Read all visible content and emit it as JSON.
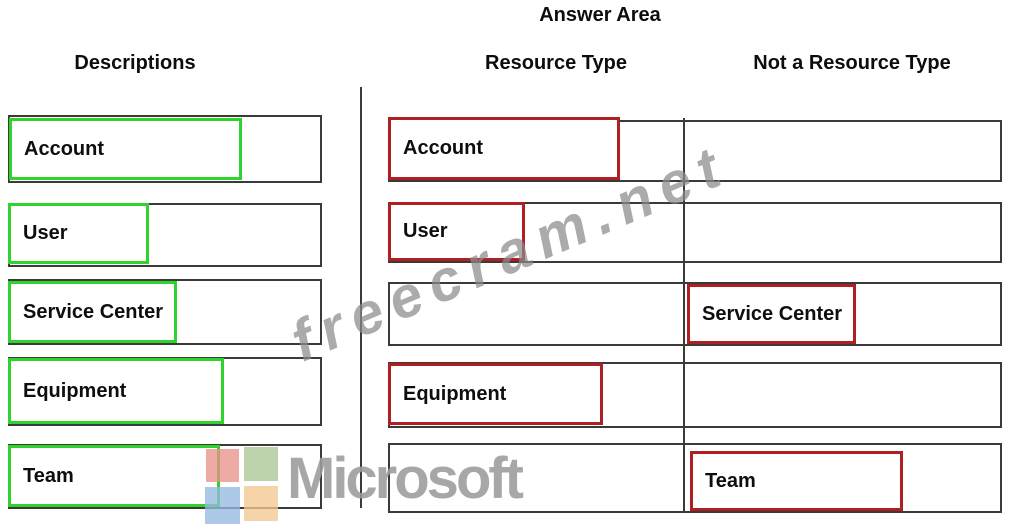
{
  "title": "Answer Area",
  "headers": {
    "descriptions": "Descriptions",
    "resource_type": "Resource Type",
    "not_a_resource_type": "Not a Resource Type"
  },
  "descriptions": [
    {
      "label": "Account"
    },
    {
      "label": "User"
    },
    {
      "label": "Service Center"
    },
    {
      "label": "Equipment"
    },
    {
      "label": "Team"
    }
  ],
  "answer_rows": [
    {
      "label": "Account",
      "placed_in": "Resource Type"
    },
    {
      "label": "User",
      "placed_in": "Resource Type"
    },
    {
      "label": "Service Center",
      "placed_in": "Not a Resource Type"
    },
    {
      "label": "Equipment",
      "placed_in": "Resource Type"
    },
    {
      "label": "Team",
      "placed_in": "Not a Resource Type"
    }
  ],
  "watermark": "freecram.net",
  "logo": {
    "text": "Microsoft"
  },
  "colors": {
    "source_highlight": "#2ed32e",
    "answer_highlight": "#b01f24",
    "watermark": "#8c8c8c",
    "logo_text": "#9c9c9c",
    "logo_red": "#e9928c",
    "logo_green": "#abc795",
    "logo_blue": "#95bae0",
    "logo_yellow": "#f3c891"
  }
}
